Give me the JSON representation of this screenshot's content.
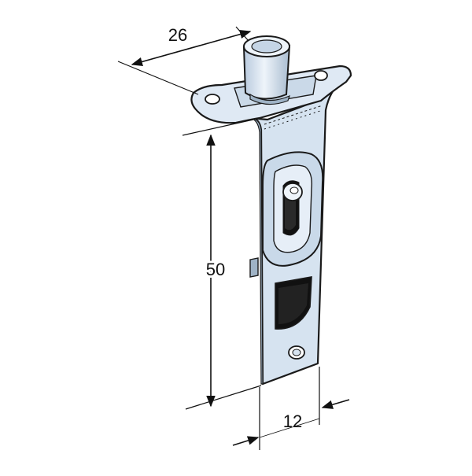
{
  "dimensions": {
    "width_label": "26",
    "height_label": "50",
    "depth_label": "12"
  },
  "colors": {
    "metal_fill": "#d6e3f0",
    "metal_light": "#eef4fa",
    "metal_shadow": "#9fb3c6",
    "outline": "#1a1a1a",
    "background": "#ffffff"
  }
}
